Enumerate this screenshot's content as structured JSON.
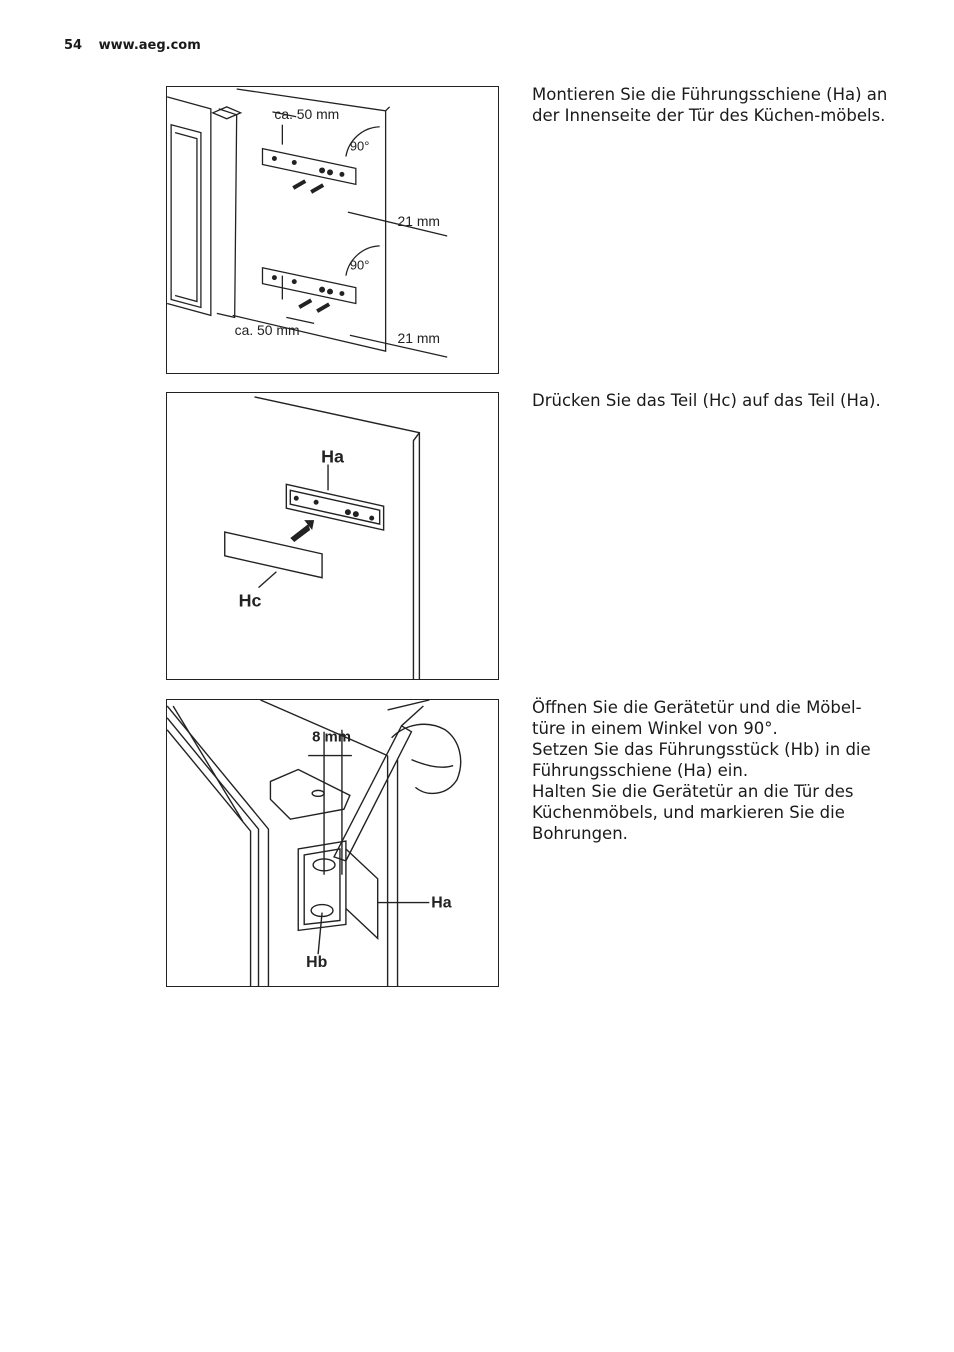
{
  "header": {
    "page_number": "54",
    "url": "www.aeg.com"
  },
  "step1": {
    "text": "Montieren Sie die Führungsschiene (Ha) an der Innenseite der Tür des Küchen-möbels.",
    "labels": {
      "top_distance": "ca. 50 mm",
      "angle_top": "90°",
      "offset_top": "21 mm",
      "angle_bottom": "90°",
      "bottom_distance": "ca. 50 mm",
      "offset_bottom": "21 mm"
    }
  },
  "step2": {
    "text": "Drücken Sie das Teil (Hc) auf das Teil (Ha).",
    "labels": {
      "ha": "Ha",
      "hc": "Hc"
    }
  },
  "step3": {
    "lines": [
      "Öffnen Sie die Gerätetür und die Möbel-türe in einem Winkel von 90°.",
      "Setzen Sie das Führungsstück (Hb) in die Führungsschiene (Ha) ein.",
      "Halten Sie die Gerätetür an die Tür des Küchenmöbels, und markieren Sie die Bohrungen."
    ],
    "labels": {
      "width": "8 mm",
      "ha": "Ha",
      "hb": "Hb"
    }
  }
}
